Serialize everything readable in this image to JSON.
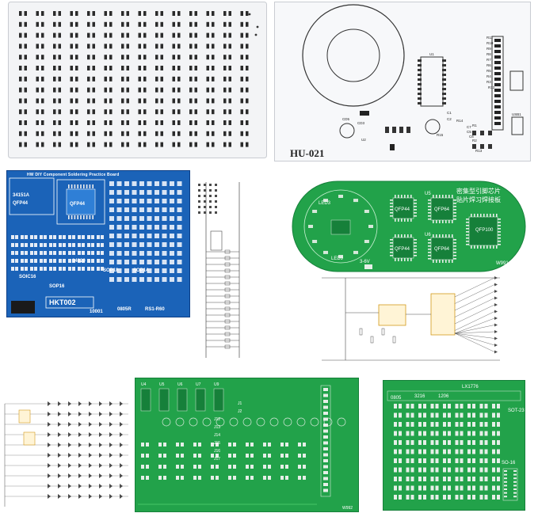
{
  "colors": {
    "white_pcb": "#f3f4f6",
    "white_pcb_edge": "#c9ccd2",
    "blue_pcb": "#1b63b8",
    "blue_pcb_dark": "#0d3f86",
    "green_pcb": "#22a24a",
    "green_pcb_dark": "#16803a",
    "green_pcb_light": "#3fc062",
    "copper": "#e9e9e9",
    "schematic_line": "#4a4a4a",
    "schematic_accent": "#d39a1b"
  },
  "panels": {
    "white_smd_board": {
      "labels": []
    },
    "hu021_board": {
      "title": "HU-021",
      "labels": [
        "U1",
        "U2",
        "CD5",
        "CD3",
        "C1",
        "C2",
        "R1",
        "R2",
        "C5",
        "C6",
        "USB1",
        "R11",
        "R10",
        "R9",
        "R8",
        "R7",
        "R6",
        "R5",
        "R4",
        "R3",
        "R12",
        "C7",
        "R13",
        "R14",
        "R15"
      ]
    },
    "blue_practice_board": {
      "title": "HW DIY Component Soldering Practice Board",
      "labels": [
        "34151A",
        "QFP44",
        "QFP44",
        "04020",
        "SOIC16",
        "SOP16",
        "HKT002",
        "10001",
        "0805R",
        "RS1-R60",
        "SOP18",
        "SOP14"
      ]
    },
    "green_qfp_board": {
      "title_cn": "密集型引脚芯片",
      "subtitle_cn": "贴片焊习焊接板",
      "labels": [
        "U5",
        "U6",
        "QFP44",
        "QFP64",
        "QFP44",
        "QFP64",
        "QFP100",
        "3-6V",
        "W991",
        "LED3",
        "LED9"
      ]
    },
    "green_led_board": {
      "labels": [
        "U4",
        "U5",
        "U6",
        "U7",
        "U9",
        "J1",
        "J2",
        "J12",
        "J13",
        "J14",
        "J15",
        "J16",
        "J17",
        "W992"
      ]
    },
    "green_grid_board": {
      "labels": [
        "0805",
        "1206",
        "SOT-23",
        "SO-16",
        "3216",
        "LX1776"
      ]
    }
  }
}
